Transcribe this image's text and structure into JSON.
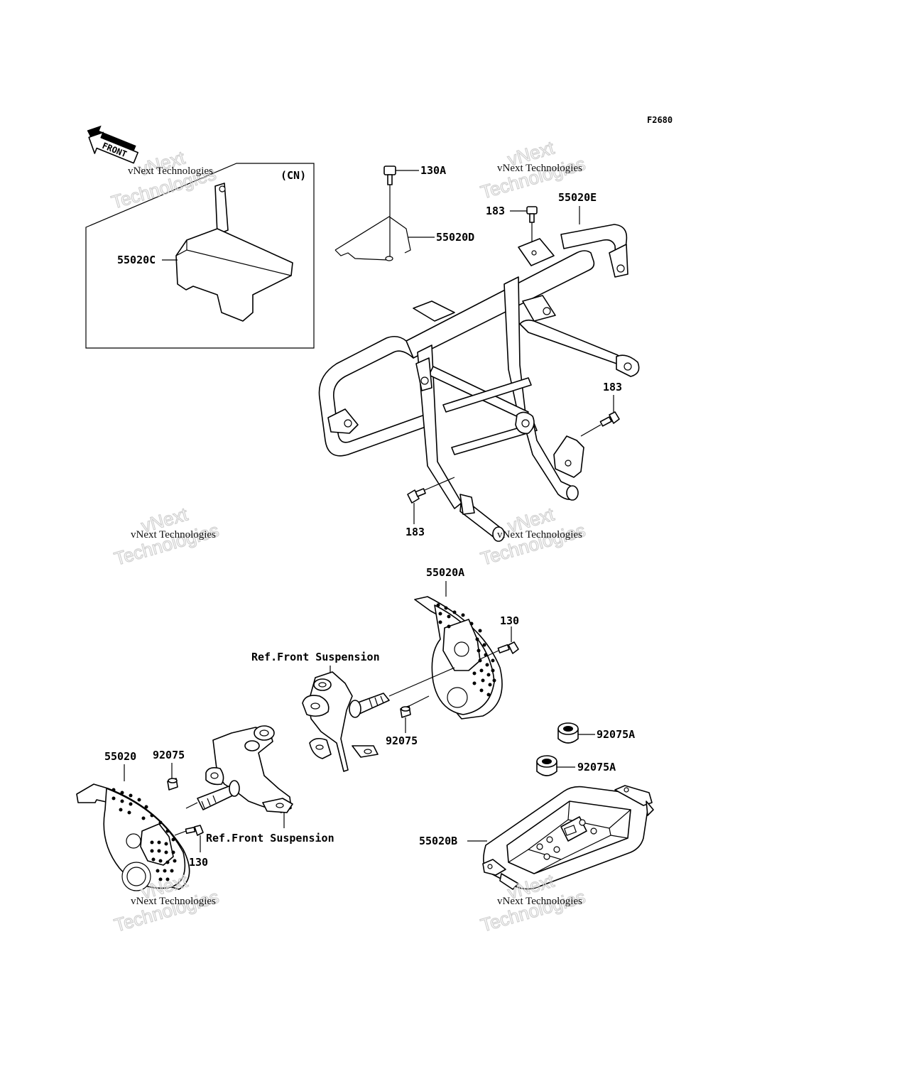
{
  "figure_code": "F2680",
  "front_arrow_text": "FRONT",
  "inset_label": "(CN)",
  "watermark": {
    "line1": "vNext Technologies",
    "line2": "vNext",
    "line3": "Technologies"
  },
  "labels": {
    "p130A": "130A",
    "p55020D": "55020D",
    "p55020C": "55020C",
    "p183_top": "183",
    "p55020E": "55020E",
    "p183_right": "183",
    "p183_bottom": "183",
    "p55020A": "55020A",
    "p130_right": "130",
    "ref_upper": "Ref.Front Suspension",
    "p92075_mid": "92075",
    "p92075A_1": "92075A",
    "p92075A_2": "92075A",
    "p55020": "55020",
    "p92075_left": "92075",
    "ref_lower": "Ref.Front Suspension",
    "p130_left": "130",
    "p55020B": "55020B"
  },
  "colors": {
    "line": "#000000",
    "background": "#ffffff",
    "watermark_outline": "#d0d0d0"
  }
}
